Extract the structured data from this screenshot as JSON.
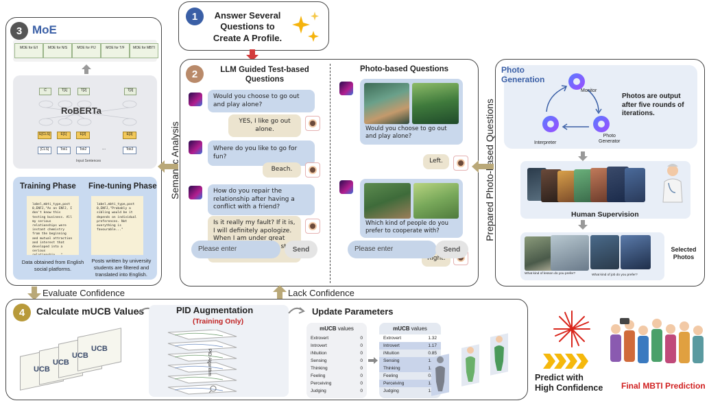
{
  "step1": {
    "badge": "1",
    "title_line1": "Answer Several",
    "title_line2": "Questions to",
    "title_line3": "Create A Profile."
  },
  "step2": {
    "badge": "2",
    "text_title_line1": "LLM Guided Test-based",
    "text_title_line2": "Questions",
    "photo_title": "Photo-based Questions",
    "chat": [
      {
        "role": "q",
        "text": "Would you choose to go out and play alone?"
      },
      {
        "role": "a",
        "text": "YES, I like go out alone."
      },
      {
        "role": "q",
        "text": "Where do you like to go for fun?"
      },
      {
        "role": "a",
        "text": "Beach."
      },
      {
        "role": "q",
        "text": "How do you repair the relationship after having a conflict with a friend?"
      },
      {
        "role": "a",
        "text": "Is it really my fault? If it is, I will definitely apologize. When I am under great pressure, I will take a step back first."
      }
    ],
    "photo_chat": [
      {
        "role": "q",
        "text": "Would you choose to go out and play alone?"
      },
      {
        "role": "a",
        "text": "Left."
      },
      {
        "role": "q",
        "text": "Which kind of people do you prefer to cooperate with?"
      },
      {
        "role": "a",
        "text": "Right."
      }
    ],
    "input_placeholder": "Please enter",
    "send_label": "Send"
  },
  "step3": {
    "badge": "3",
    "title": "MoE",
    "moe_heads": [
      "MOE for E/I",
      "MOE for N/S",
      "MOE for P/J",
      "MOE for T/F",
      "MOE for MBTI"
    ],
    "roberta_label": "RoBERTa",
    "top_tokens": [
      "C",
      "T[1]",
      "T[2]",
      "T[3]"
    ],
    "bottom_emb": [
      "E[CLS]",
      "E[1]",
      "E[2]",
      "E[3]"
    ],
    "input_tokens": [
      "[CLS]",
      "Tok1",
      "Tok2",
      "...",
      "Tok3"
    ],
    "input_sentences": "Input Sentences",
    "training_title": "Training Phase",
    "finetune_title": "Fine-tuning Phase",
    "training_sample": "label,mbti_type,post 0,ENFJ,\"As an ENFJ, I don't know this testing business. All my serious relationships were instant chemistry from the beginning and mutual attraction and interest that developed into a serious relationship...\"",
    "finetune_sample": "label,mbti_type,post 0,ENFJ,\"Probably a sibling would be it depends on individual preferences. Not everything is favourable...\"",
    "training_caption": "Data obtained from English social platforms.",
    "finetune_caption": "Posts written by university students are filtered and translated into English."
  },
  "photo_gen": {
    "title_line1": "Photo",
    "title_line2": "Generation",
    "monitor": "Monitor",
    "interpreter": "Interpreter",
    "generator_line1": "Photo",
    "generator_line2": "Generator",
    "note": "Photos are output after five rounds of iterations.",
    "human_supervision": "Human Supervision",
    "selected": "Selected Photos",
    "caption1": "What kind of lesson do you prefer?",
    "caption2": "What kind of job do you prefer?"
  },
  "side_labels": {
    "semantic": "Semantic Analysis",
    "prepared": "Prepared Photo-based Questions"
  },
  "arrows": {
    "evaluate": "Evaluate Confidence",
    "lack": "Lack Confidence"
  },
  "step4": {
    "badge": "4",
    "title": "Calculate mUCB Values",
    "pid_title": "PID Augmentation",
    "pid_sub": "(Training Only)",
    "pid_algo": "PID Algorithm",
    "update_title": "Update Parameters",
    "ucb": "UCB",
    "mucb_header_bold": "mUCB",
    "mucb_header_rest": "values",
    "traits": [
      "Extrovert",
      "Introvert",
      "iNtuition",
      "Sensing",
      "Thinking",
      "Feeling",
      "Perceiving",
      "Judging"
    ],
    "values_before": [
      "0",
      "0",
      "0",
      "0",
      "0",
      "0",
      "0",
      "0"
    ],
    "values_after": [
      "1.32",
      "1.17",
      "0.85",
      "1.21",
      "1.17",
      "0.86",
      "1.15",
      "1.17"
    ]
  },
  "final": {
    "predict_line1": "Predict with",
    "predict_line2": "High Confidence",
    "final_label": "Final MBTI Prediction"
  }
}
